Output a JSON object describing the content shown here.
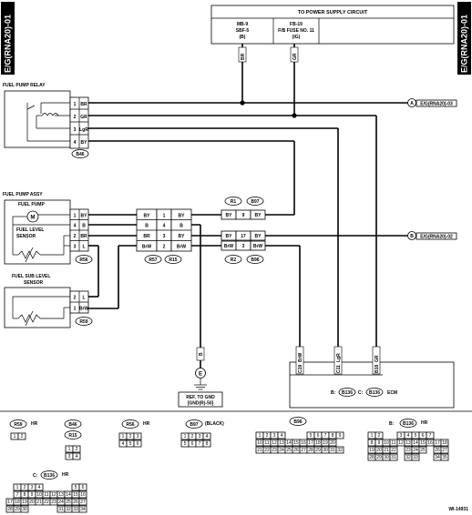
{
  "side_label": "E/G(RNA20)-01",
  "figure_id": "WI-14931",
  "power_box": {
    "title": "TO POWER SUPPLY CIRCUIT",
    "mb": [
      "MB-9",
      "SBF-5",
      "(B)"
    ],
    "fb": [
      "FB-19",
      "F/B FUSE NO. 11",
      "(IG)"
    ],
    "wire_left": "BR",
    "wire_right": "GR"
  },
  "relay": {
    "title": "FUEL PUMP RELAY",
    "pins": [
      {
        "pin": "1",
        "color": "BR"
      },
      {
        "pin": "2",
        "color": "GR"
      },
      {
        "pin": "3",
        "color": "LgR"
      },
      {
        "pin": "4",
        "color": "BY"
      }
    ],
    "connector": "B46"
  },
  "offpage": [
    {
      "letter": "A",
      "text": "E/G(RNA20)-03"
    },
    {
      "letter": "B",
      "text": "E/G(RNA20)-02"
    }
  ],
  "assy": {
    "title": "FUEL PUMP ASSY",
    "pump_label": "FUEL PUMP",
    "motor_symbol": "M",
    "level_label": [
      "FUEL LEVEL",
      "SENSOR"
    ],
    "pins": [
      {
        "pin": "1",
        "color": "BY"
      },
      {
        "pin": "4",
        "color": "B"
      },
      {
        "pin": "2",
        "color": "BR"
      },
      {
        "pin": "3",
        "color": "L"
      }
    ],
    "connector": "R56"
  },
  "joint_connector": {
    "left_colors": [
      "BY",
      "B",
      "BR",
      "BrW"
    ],
    "pins": [
      "1",
      "4",
      "3",
      "2"
    ],
    "right_colors": [
      "BY",
      "B",
      "BY",
      "BrW"
    ],
    "connectors": [
      "R57",
      "R15"
    ]
  },
  "upper_joint": {
    "connectors": [
      "R1",
      "B97"
    ],
    "left": "BY",
    "pin": "9",
    "right": "BY"
  },
  "lower_joint": {
    "rows": [
      {
        "left": "BY",
        "pin": "17",
        "right": "BY"
      },
      {
        "left": "BrW",
        "pin": "3",
        "right": "BrW"
      }
    ],
    "connectors": [
      "R2",
      "B96"
    ]
  },
  "sub_sensor": {
    "title": [
      "FUEL SUB LEVEL",
      "SENSOR"
    ],
    "pins": [
      {
        "pin": "2",
        "color": "L"
      },
      {
        "pin": "1",
        "color": "BrW"
      }
    ],
    "connector": "R59"
  },
  "ground": {
    "wire": "B",
    "symbol": "E",
    "label": [
      "REF. TO GND",
      "[GND(R)-50]"
    ]
  },
  "ecm": {
    "label": "ECM",
    "text_b": "B:",
    "conn_b": "B136",
    "text_c": "C:",
    "conn_c": "B136",
    "pins": [
      {
        "pin": "C19",
        "color": "BrW"
      },
      {
        "pin": "C11",
        "color": "LgR"
      },
      {
        "pin": "B18",
        "color": "GR"
      }
    ]
  },
  "connector_views": {
    "r59": {
      "name": "R59",
      "hr": "HR",
      "grid": [
        "1",
        "2"
      ]
    },
    "b46": {
      "name": "B46",
      "name2": "R15",
      "grid1": [
        "1",
        "2"
      ],
      "grid2": [
        "3",
        "4"
      ]
    },
    "r56": {
      "name": "R56",
      "hr": "HR",
      "grid1": [
        "1",
        "2",
        "3"
      ],
      "grid2": [
        "4",
        "5",
        "6"
      ]
    },
    "b97": {
      "name": "B97",
      "note": "(BLACK)",
      "grid1": [
        "1",
        "2",
        "3",
        "4"
      ],
      "grid2": [
        "5",
        "6",
        "7",
        "8"
      ]
    },
    "b96": {
      "name": "B96",
      "row1": [
        "1",
        "2",
        "3",
        "4",
        "5",
        "6",
        "7",
        "8",
        "9"
      ],
      "row2": [
        "10",
        "11",
        "12",
        "13",
        "14",
        "15",
        "16",
        "17",
        "18",
        "19",
        "20"
      ],
      "row3": [
        "21",
        "22",
        "23",
        "24",
        "25",
        "26",
        "27",
        "28",
        "29",
        "30",
        "31",
        "32"
      ]
    },
    "b136b": {
      "prefix": "B:",
      "name": "B136",
      "hr": "HR",
      "row1": [
        "1",
        "2",
        "3",
        "4",
        "5",
        "6",
        "7"
      ],
      "row2": [
        "8",
        "9",
        "10",
        "11",
        "12",
        "13",
        "14",
        "15",
        "16",
        "17",
        "18"
      ],
      "row3": [
        "19",
        "20",
        "21",
        "22",
        "23",
        "24",
        "25",
        "26",
        "27"
      ],
      "row4": [
        "28",
        "29",
        "30",
        "31",
        "32",
        "33",
        "34",
        "35"
      ]
    },
    "b136c": {
      "prefix": "C:",
      "name": "B136",
      "hr": "HR",
      "row1": [
        "1",
        "2",
        "3",
        "4",
        "5",
        "6"
      ],
      "row2": [
        "7",
        "8",
        "9",
        "10",
        "11",
        "12",
        "13",
        "14",
        "15",
        "16"
      ],
      "row3": [
        "17",
        "18",
        "19",
        "20",
        "21",
        "22",
        "23",
        "24",
        "25",
        "26",
        "27"
      ],
      "row4": [
        "28",
        "29",
        "30",
        "31",
        "32",
        "33",
        "34"
      ]
    }
  }
}
